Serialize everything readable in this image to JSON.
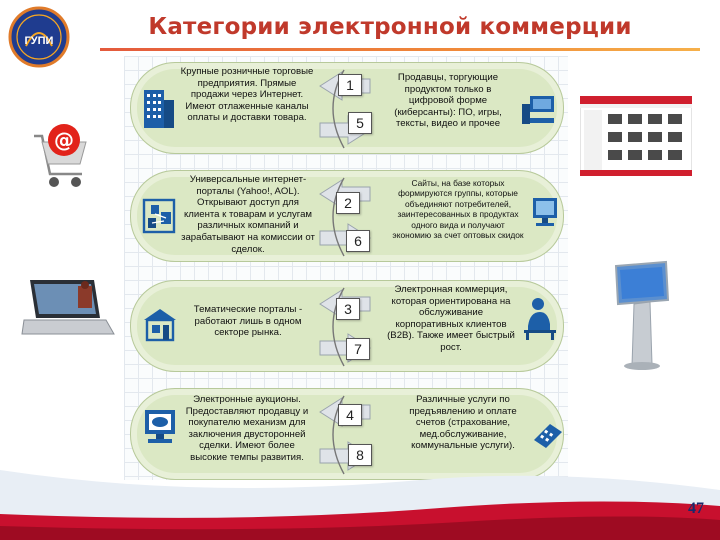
{
  "header": {
    "title": "Категории электронной коммерции",
    "logo_text": "ГУПИ"
  },
  "rows": [
    {
      "left_text": "Крупные розничные торговые предприятия. Прямые продажи через Интернет. Имеют отлаженные каналы оплаты и доставки товара.",
      "num_left": "1",
      "num_right": "5",
      "right_text": "Продавцы, торгующие продуктом только в цифровой форме (киберсанты): ПО, игры, тексты, видео и прочее",
      "left_icon": "building-icon",
      "right_icon": "computer-icon"
    },
    {
      "left_text": "Универсальные интернет-порталы (Yahoo!, AOL). Открывают доступ для клиента к товарам и услугам различных компаний и зарабатывают на комиссии от сделок.",
      "num_left": "2",
      "num_right": "6",
      "right_text": "Сайты, на базе которых формируются группы, которые объединяют потребителей, заинтересованных в продуктах одного вида и получают экономию за счет оптовых скидок",
      "left_icon": "network-icon",
      "right_icon": "monitor-icon"
    },
    {
      "left_text": "Тематические порталы - работают лишь в одном секторе рынка.",
      "num_left": "3",
      "num_right": "7",
      "right_text": "Электронная коммерция, которая ориентирована на обслуживание корпоративных клиентов (B2B). Также имеет быстрый рост.",
      "left_icon": "shop-icon",
      "right_icon": "office-worker-icon"
    },
    {
      "left_text": "Электронные аукционы. Предоставляют продавцу и покупателю механизм для заключения двусторонней сделки. Имеют более высокие темпы развития.",
      "num_left": "4",
      "num_right": "8",
      "right_text": "Различные услуги по предъявлению и оплате счетов (страхование, мед.обслуживание, коммунальные услуги).",
      "left_icon": "pc-icon",
      "right_icon": "calculator-icon"
    }
  ],
  "footer": {
    "page_number": "47"
  },
  "colors": {
    "title": "#c0392b",
    "pill_fill": "#dbe8c4",
    "arrow": "#d9dde3",
    "icon": "#1d5fa8",
    "footer": "#c8102e"
  }
}
